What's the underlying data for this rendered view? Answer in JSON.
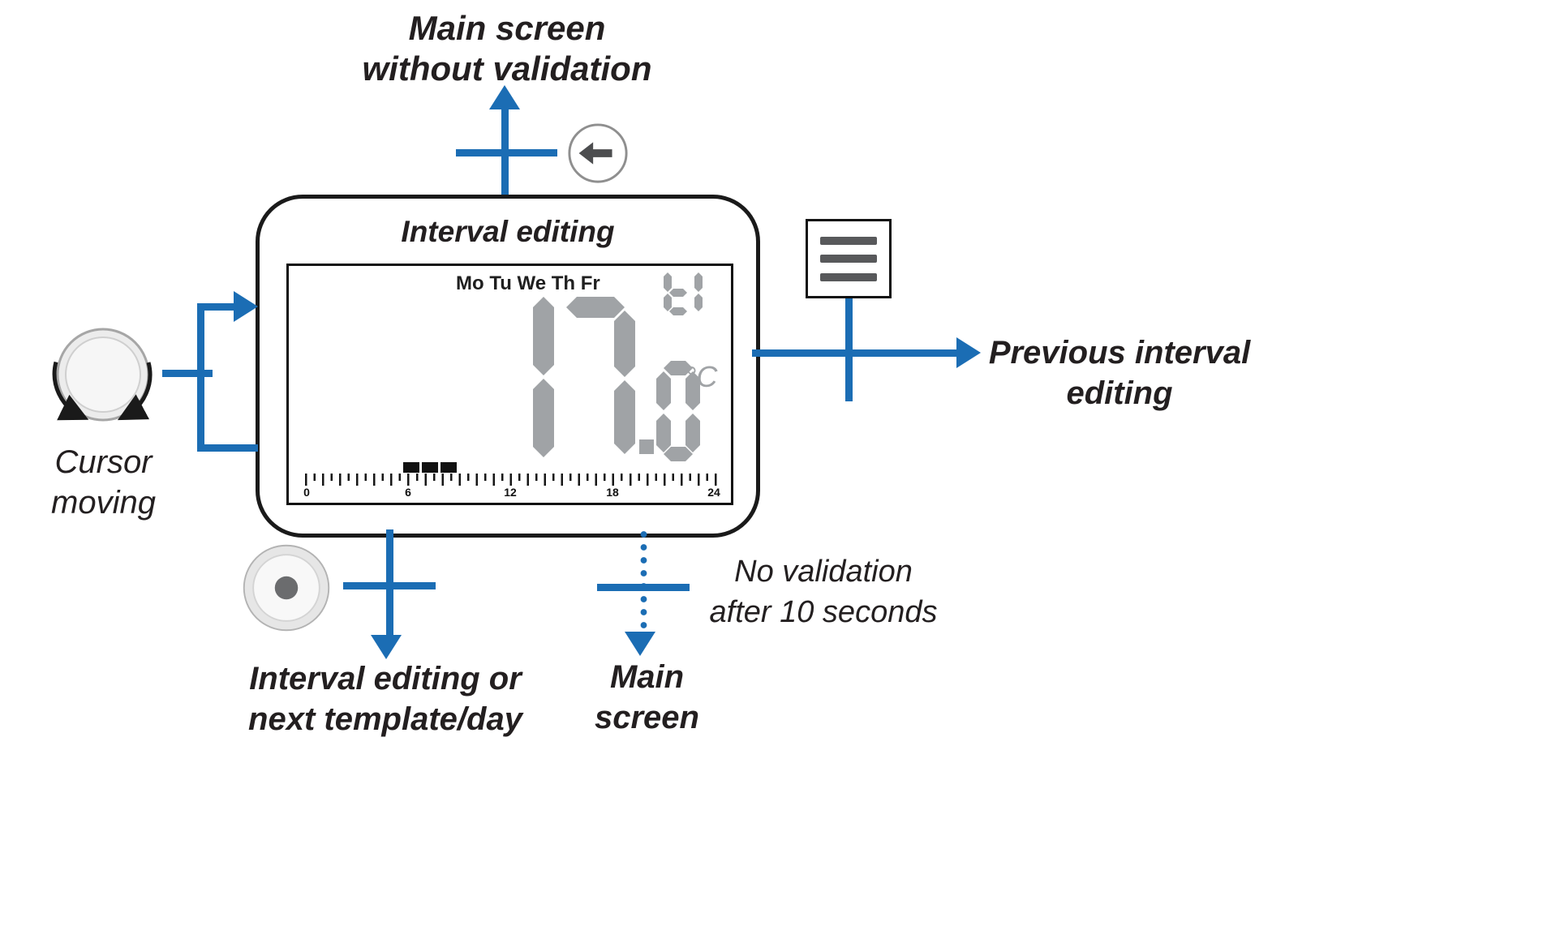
{
  "colors": {
    "arrow": "#1b6db4",
    "ink": "#231f20",
    "lcd_segment": "#a0a3a6",
    "icon_gray": "#58595b"
  },
  "device": {
    "title": "Interval editing"
  },
  "lcd": {
    "days": "Mo Tu We Th Fr",
    "program_label": "t1",
    "temperature": "17.0",
    "unit": "°C",
    "timeline_labels": [
      "0",
      "6",
      "12",
      "18",
      "24"
    ],
    "heating_blocks": 3
  },
  "annotations": {
    "top": {
      "line1": "Main screen",
      "line2": "without validation"
    },
    "left": {
      "line1": "Cursor",
      "line2": "moving"
    },
    "right": {
      "line1": "Previous interval",
      "line2": "editing"
    },
    "bottom_left": {
      "line1": "Interval editing or",
      "line2": "next template/day"
    },
    "bottom_center": {
      "line1": "Main",
      "line2": "screen"
    },
    "timeout": {
      "line1": "No validation",
      "line2": "after 10 seconds"
    }
  },
  "icons": {
    "back_button": "circle-with-left-arrow",
    "menu_button": "box-with-three-lines",
    "ok_button": "concentric-circles-dot",
    "knob": "rotary-dial-with-rotation-arrows"
  }
}
